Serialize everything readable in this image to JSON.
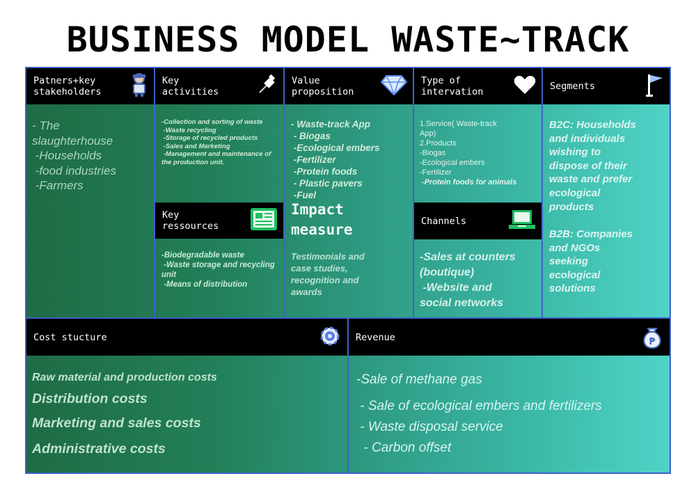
{
  "title": "BUSINESS MODEL WASTE~TRACK",
  "partners": {
    "header": "Patners+key\nstakeholders",
    "icon": "person-icon",
    "items": [
      "- The",
      "slaughterhouse",
      " -Households",
      " -food industries",
      " -Farmers"
    ]
  },
  "activities": {
    "header": "Key\nactivities",
    "icon": "pushpin-icon",
    "items": [
      "-Collection and sorting of waste",
      " -Waste recycling",
      " -Storage of recycled products",
      " -Sales and Marketing",
      " -Management and maintenance of the production unit."
    ]
  },
  "resources": {
    "header": "Key\nressources",
    "icon": "document-icon",
    "items": [
      "-Biodegradable waste",
      " -Waste storage and recycling unit",
      " -Means of distribution"
    ]
  },
  "value": {
    "header": "Value\nproposition",
    "icon": "diamond-icon",
    "items": [
      "- Waste-track App",
      " - Biogas",
      " -Ecological embers",
      " -Fertilizer",
      " -Protein foods",
      " - Plastic pavers",
      " -Fuel"
    ],
    "impact_title": "Impact\nmeasure",
    "testimonials": [
      "Testimonials and",
      "case studies,",
      "recognition and",
      "awards"
    ]
  },
  "intervention": {
    "header": "Type of\nintervation",
    "icon": "heart-icon",
    "items": [
      "1.Service( Waste-track",
      "App)",
      "2.Products",
      "-Biogas",
      "-Ecological embers",
      "-Fertilizer",
      " -Protein foods for animals"
    ]
  },
  "channels": {
    "header": "Channels",
    "icon": "laptop-icon",
    "items": [
      "-Sales at counters",
      "(boutique)",
      " -Website and",
      "social networks"
    ]
  },
  "segments": {
    "header": "Segments",
    "icon": "flag-icon",
    "b2c": [
      "B2C: Households",
      "and individuals",
      "wishing to",
      "dispose of their",
      "waste and prefer",
      "ecological",
      "products"
    ],
    "b2b": [
      "B2B: Companies",
      "and NGOs",
      "seeking",
      "ecological",
      "solutions"
    ]
  },
  "cost": {
    "header": "Cost stucture",
    "icon": "gear-icon",
    "items": [
      "Raw material and production costs",
      "Distribution costs",
      "Marketing and sales costs",
      "Administrative costs"
    ]
  },
  "revenue": {
    "header": "Revenue",
    "icon": "money-bag-icon",
    "items": [
      "-Sale of methane gas",
      " - Sale of ecological embers and fertilizers",
      " - Waste disposal service",
      "  - Carbon offset"
    ]
  },
  "colors": {
    "grid_line": "#3d62c8",
    "header_bg": "#000000",
    "gradient_start": "#1f6b45",
    "gradient_end": "#4fd3c7"
  }
}
